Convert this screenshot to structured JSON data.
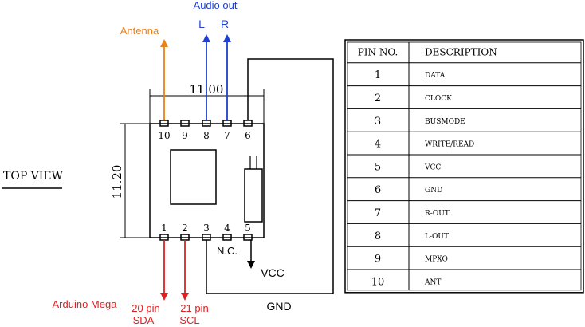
{
  "labels": {
    "top_view": "TOP VIEW",
    "width_dim": "11.00",
    "height_dim": "11.20",
    "antenna": "Antenna",
    "audio_out": "Audio out",
    "left_channel": "L",
    "right_channel": "R",
    "nc": "N.C.",
    "vcc": "VCC",
    "gnd": "GND",
    "arduino": "Arduino Mega",
    "pin20": "20 pin",
    "sda": "SDA",
    "pin21": "21 pin",
    "scl": "SCL"
  },
  "pins_top": [
    "10",
    "9",
    "8",
    "7",
    "6"
  ],
  "pins_bottom": [
    "1",
    "2",
    "3",
    "4",
    "5"
  ],
  "table": {
    "header": {
      "pin": "PIN NO.",
      "description": "DESCRIPTION"
    },
    "rows": [
      {
        "pin": "1",
        "description": "DATA"
      },
      {
        "pin": "2",
        "description": "CLOCK"
      },
      {
        "pin": "3",
        "description": "BUSMODE"
      },
      {
        "pin": "4",
        "description": "WRITE/READ"
      },
      {
        "pin": "5",
        "description": "VCC"
      },
      {
        "pin": "6",
        "description": "GND"
      },
      {
        "pin": "7",
        "description": "R-OUT"
      },
      {
        "pin": "8",
        "description": "L-OUT"
      },
      {
        "pin": "9",
        "description": "MPXO"
      },
      {
        "pin": "10",
        "description": "ANT"
      }
    ]
  },
  "colors": {
    "antenna": "#e8821e",
    "audio": "#1f3fcf",
    "arduino": "#e02020",
    "line": "#000000"
  }
}
